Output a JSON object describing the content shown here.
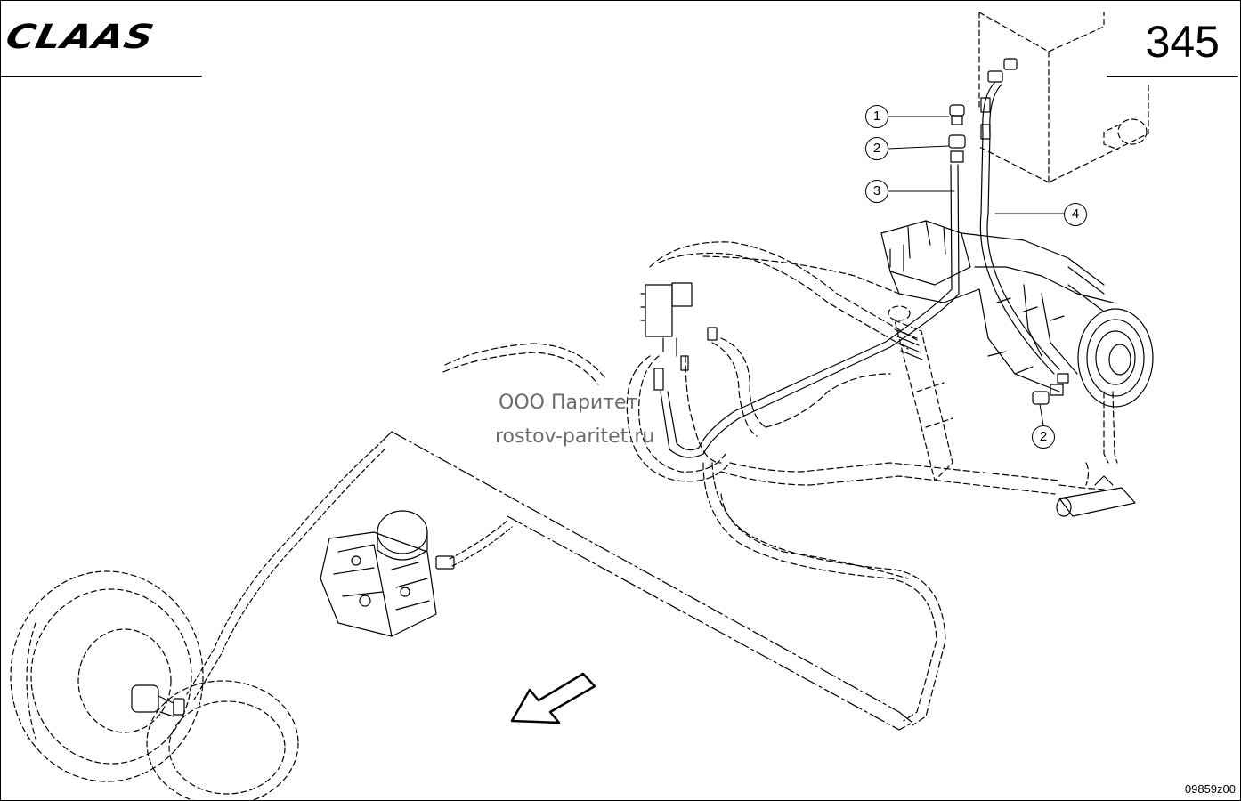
{
  "header": {
    "brand": "CLAAS",
    "page_number": "345"
  },
  "watermark": {
    "line1": "ООО Паритет",
    "line2": "rostov-paritet.ru"
  },
  "footer": {
    "drawing_number": "09859z00"
  },
  "callouts": [
    {
      "label": "1"
    },
    {
      "label": "2"
    },
    {
      "label": "3"
    },
    {
      "label": "4"
    },
    {
      "label": "2"
    }
  ],
  "colors": {
    "line": "#000000",
    "watermark": "#6b6b6b",
    "background": "#ffffff"
  }
}
